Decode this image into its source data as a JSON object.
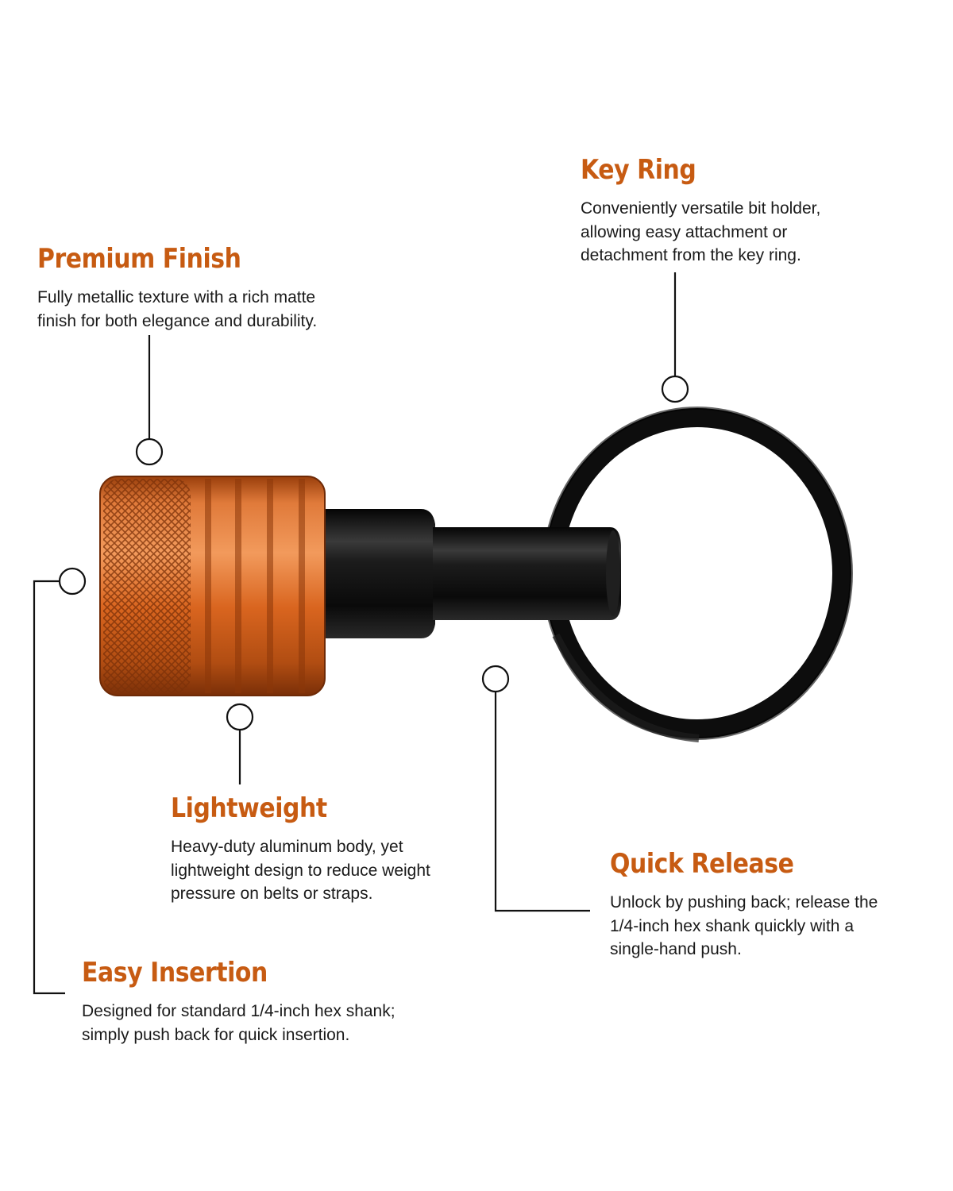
{
  "theme": {
    "accent": "#c75b12",
    "text": "#1a1a1a",
    "leader": "#111111"
  },
  "callouts": {
    "key_ring": {
      "title": "Key Ring",
      "lines": [
        "Conveniently versatile bit holder,",
        "allowing easy attachment or",
        "detachment from the key ring."
      ]
    },
    "premium_finish": {
      "title": "Premium Finish",
      "lines": [
        "Fully metallic texture with a rich matte",
        "finish for both elegance and durability."
      ]
    },
    "lightweight": {
      "title": "Lightweight",
      "lines": [
        "Heavy-duty aluminum body, yet",
        "lightweight design to reduce weight",
        "pressure on belts or straps."
      ]
    },
    "quick_release": {
      "title": "Quick Release",
      "lines": [
        "Unlock by pushing back; release the",
        "1/4-inch hex shank quickly with a",
        "single-hand push."
      ]
    },
    "easy_insertion": {
      "title": "Easy Insertion",
      "lines": [
        "Designed for standard 1/4-inch hex shank;",
        "simply push back for quick insertion."
      ]
    }
  },
  "product": {
    "sleeve_color": "#d0611c",
    "shaft_color": "#151515",
    "ring_color": "#0d0d0d"
  }
}
